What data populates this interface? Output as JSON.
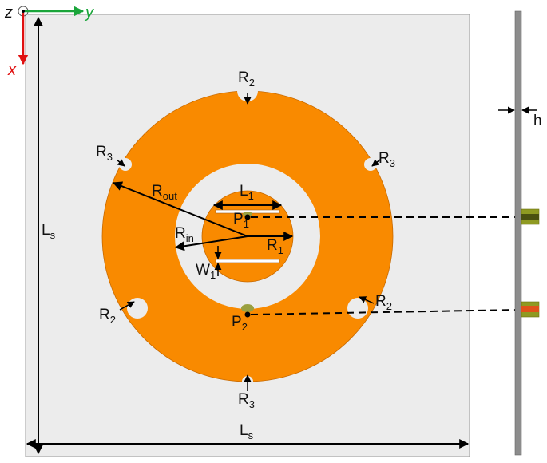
{
  "axes": {
    "z": "z",
    "y": "y",
    "x": "x"
  },
  "labels": {
    "R2_top": {
      "main": "R",
      "sub": "2"
    },
    "R3_ul": {
      "main": "R",
      "sub": "3"
    },
    "R3_ur": {
      "main": "R",
      "sub": "3"
    },
    "Rout": {
      "main": "R",
      "sub": "out"
    },
    "L1": {
      "main": "L",
      "sub": "1"
    },
    "P1": {
      "main": "P",
      "sub": "1"
    },
    "Rin": {
      "main": "R",
      "sub": "in"
    },
    "R1": {
      "main": "R",
      "sub": "1"
    },
    "W1": {
      "main": "W",
      "sub": "1"
    },
    "R2_ll": {
      "main": "R",
      "sub": "2"
    },
    "R2_lr": {
      "main": "R",
      "sub": "2"
    },
    "P2": {
      "main": "P",
      "sub": "2"
    },
    "R3_bottom": {
      "main": "R",
      "sub": "3"
    },
    "Ls_left": {
      "main": "L",
      "sub": "s"
    },
    "Ls_bottom": {
      "main": "L",
      "sub": "s"
    },
    "h": "h"
  },
  "colors": {
    "patch": "#f98a00",
    "substrate": "#ececec",
    "side": "#8c8c8c",
    "x_axis": "#e01010",
    "y_axis": "#1aa53a",
    "connector": "#8f9a22",
    "feed": "#e0521a"
  }
}
